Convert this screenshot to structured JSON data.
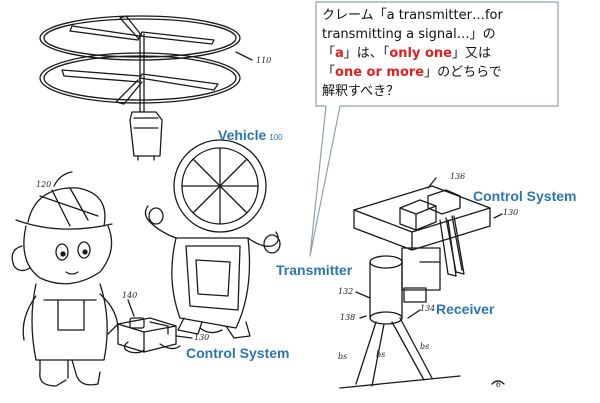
{
  "callout": {
    "line1": "クレーム「a transmitter…for",
    "line2": "transmitting a signal…」の",
    "q_a_open": "「",
    "q_a": "a",
    "q_a_close": "」は、",
    "q_only_open": "「",
    "q_only": "only one",
    "q_only_close": "」又は",
    "q_more_open": "「",
    "q_more": "one or more",
    "q_more_close": "」のどちらで",
    "line4": "解釈すべき？"
  },
  "labels": {
    "vehicle": "Vehicle",
    "vehicle_ref": "100",
    "control_system_top": "Control System",
    "transmitter": "Transmitter",
    "receiver": "Receiver",
    "control_system_bottom": "Control System"
  },
  "refs": {
    "r110": "110",
    "r120": "120",
    "r140": "140",
    "r130_left": "130",
    "r136": "136",
    "r130_right": "130",
    "r132": "132",
    "r134": "134",
    "r138": "138",
    "bs1": "bs",
    "bs2": "bs",
    "bs3": "bs",
    "fig": "6"
  },
  "colors": {
    "label_blue": "#2e75b6",
    "emphasis_red": "#e0201e",
    "callout_border": "#8ea0b3"
  }
}
